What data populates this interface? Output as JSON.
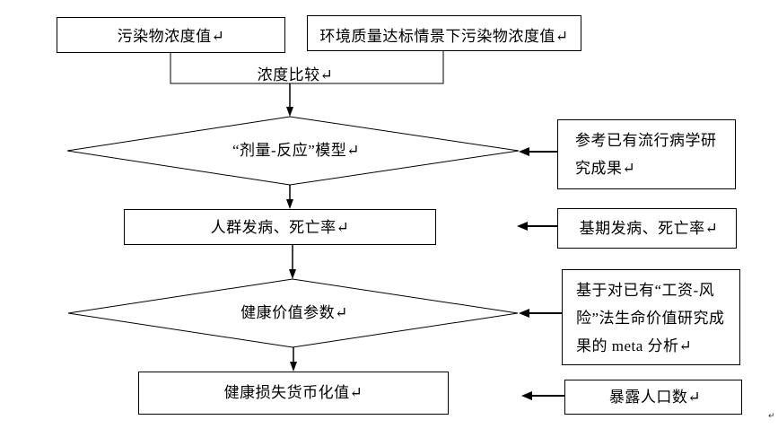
{
  "colors": {
    "background": "#ffffff",
    "stroke": "#000000",
    "text": "#000000"
  },
  "diagram": {
    "source_concentration": "污染物浓度值↵",
    "target_concentration": "环境质量达标情景下污染物浓度值↵",
    "comparison": "浓度比较↵",
    "dose_response_model": "“剂量-反应”模型↵",
    "incidence_mortality": "人群发病、死亡率↵",
    "health_value_parameters": "健康价值参数↵",
    "monetized_health_loss": "健康损失货币化值↵",
    "epidemiology_reference_lines": [
      "参考已有流行病学研",
      "究成果↵"
    ],
    "baseline_rates": "基期发病、死亡率↵",
    "vsl_meta_analysis_lines": [
      "基于对已有“工资-风",
      "险”法生命价值研究成",
      "果的 meta 分析↵"
    ],
    "exposed_population": "暴露人口数↵",
    "stray_mark": "↵"
  }
}
